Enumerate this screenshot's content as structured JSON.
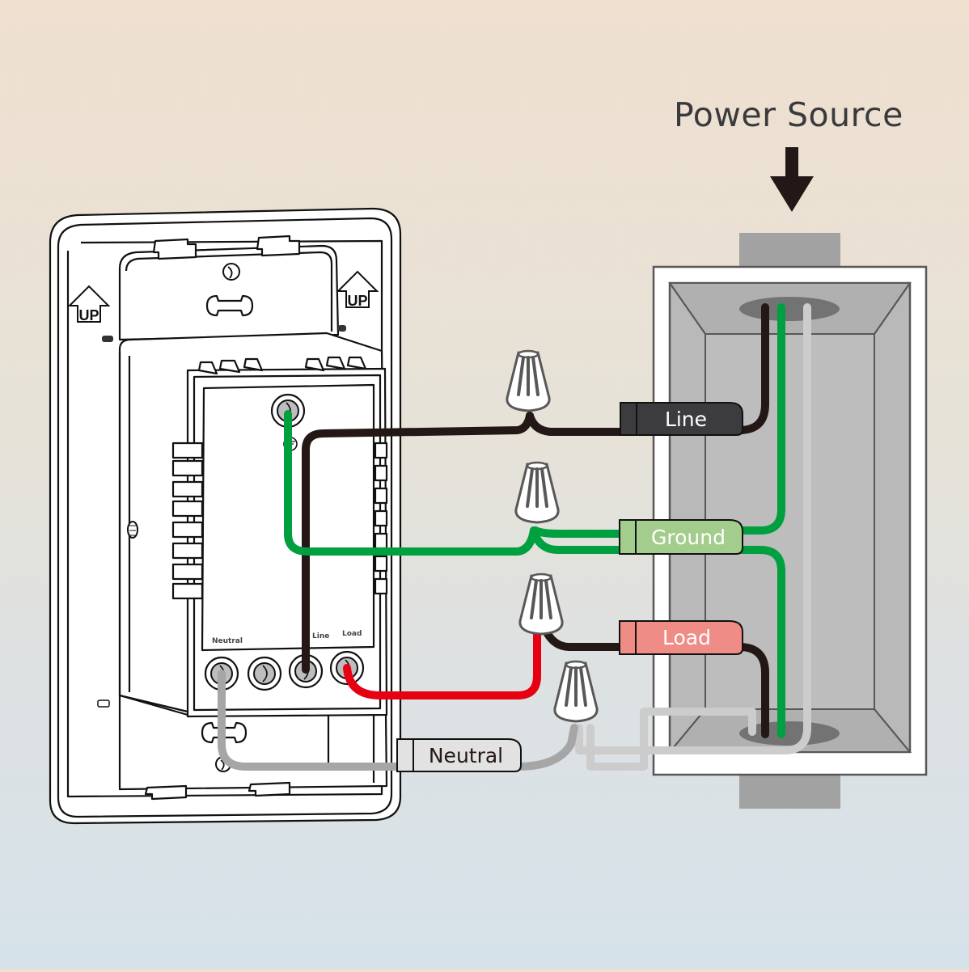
{
  "diagram": {
    "title": "Power Source",
    "title_arrow_icon": "down-arrow-icon",
    "switch": {
      "up_marker_left": "UP",
      "up_marker_right": "UP",
      "terminal_labels": {
        "neutral": "Neutral",
        "line": "Line",
        "load": "Load"
      },
      "terminals": [
        "Neutral",
        "(unlabeled)",
        "Line",
        "Load"
      ],
      "ground_terminal_icon": "ground-symbol-icon"
    },
    "wire_tags": [
      {
        "key": "line",
        "label": "Line",
        "fill": "#3c3c3e",
        "text_color": "#ffffff"
      },
      {
        "key": "ground",
        "label": "Ground",
        "fill": "#a3cd8c",
        "text_color": "#ffffff"
      },
      {
        "key": "load",
        "label": "Load",
        "fill": "#ef8c86",
        "text_color": "#ffffff"
      },
      {
        "key": "neutral",
        "label": "Neutral",
        "fill": "#e2e2e2",
        "text_color": "#231815"
      }
    ],
    "wire_colors": {
      "line": "#231815",
      "ground": "#00a040",
      "load_switch_side": "#e60012",
      "neutral": "#a6a6a6",
      "neutral_box_side": "#cccccc"
    },
    "wire_nuts": [
      "line-connection",
      "ground-connection",
      "load-connection",
      "neutral-connection"
    ],
    "junction_box": {
      "conduit_color": "#a0a0a0",
      "box_color": "#b5b5b5"
    },
    "background": {
      "top_color": "#efe0cf",
      "bottom_color": "#d6e2ea"
    }
  }
}
